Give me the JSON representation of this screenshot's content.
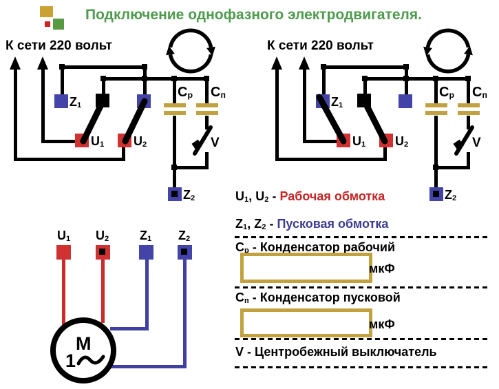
{
  "title": "Подключение однофазного электродвигателя.",
  "mains_label": "К сети 220 вольт",
  "terminals": {
    "z1": [
      "Z",
      "1"
    ],
    "u1": [
      "U",
      "1"
    ],
    "u2": [
      "U",
      "2"
    ],
    "z2": [
      "Z",
      "2"
    ]
  },
  "capacitors": {
    "run": {
      "b": "C",
      "s": "р"
    },
    "start": {
      "b": "C",
      "s": "п"
    }
  },
  "switch_label": "V",
  "motor": {
    "m": "М",
    "one": "1"
  },
  "legend": {
    "working_pre": [
      "U",
      "1",
      ", U",
      "2",
      " - "
    ],
    "working_main": "Рабочая обмотка",
    "starting_pre": [
      "Z",
      "1",
      ", Z",
      "2",
      " - "
    ],
    "starting_main": "Пусковая обмотка",
    "cap_run": {
      "b": "С",
      "s": "р",
      "rest": " - Конденсатор рабочий"
    },
    "cap_start": {
      "b": "С",
      "s": "п",
      "rest": " - Конденсатор пусковой"
    },
    "unit": "мкФ",
    "centrifugal": "V - Центробежный выключатель"
  },
  "cap_inputs": {
    "run_value": "",
    "start_value": ""
  },
  "colors": {
    "title_green": "#4e9b4d",
    "wire_black": "#000000",
    "terminal_red": "#d03232",
    "terminal_blue": "#4444a8",
    "wire_red": "#cc2b2b",
    "wire_blue": "#4040a0",
    "capacitor_gold": "#c2a13f",
    "legend_red": "#c52525",
    "legend_blue": "#3c3c90",
    "logo_gold": "#c9a233",
    "logo_red": "#cc2222",
    "logo_green": "#589a44"
  }
}
